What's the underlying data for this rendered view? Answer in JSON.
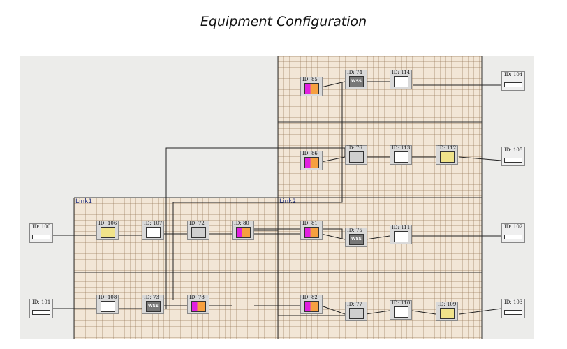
{
  "title": "Equipment Configuration",
  "groups": [
    {
      "key": "link1",
      "label": "Link1"
    },
    {
      "key": "link2",
      "label": "Link2"
    }
  ],
  "nodes": [
    {
      "key": "n100",
      "id": "ID: 100",
      "kind": "port"
    },
    {
      "key": "n101",
      "id": "ID: 101",
      "kind": "port"
    },
    {
      "key": "n106",
      "id": "ID: 106",
      "kind": "phase"
    },
    {
      "key": "n107",
      "id": "ID: 107",
      "kind": "amp"
    },
    {
      "key": "n72",
      "id": "ID: 72",
      "kind": "mux"
    },
    {
      "key": "n80",
      "id": "ID: 80",
      "kind": "filter"
    },
    {
      "key": "n108",
      "id": "ID: 108",
      "kind": "amp"
    },
    {
      "key": "n73",
      "id": "ID: 73",
      "kind": "wss"
    },
    {
      "key": "n78",
      "id": "ID: 78",
      "kind": "filter"
    },
    {
      "key": "n85",
      "id": "ID: 85",
      "kind": "filter"
    },
    {
      "key": "n74",
      "id": "ID: 74",
      "kind": "wss"
    },
    {
      "key": "n114",
      "id": "ID: 114",
      "kind": "amp"
    },
    {
      "key": "n104",
      "id": "ID: 104",
      "kind": "port"
    },
    {
      "key": "n86",
      "id": "ID: 86",
      "kind": "filter"
    },
    {
      "key": "n76",
      "id": "ID: 76",
      "kind": "mux"
    },
    {
      "key": "n113",
      "id": "ID: 113",
      "kind": "amp"
    },
    {
      "key": "n112",
      "id": "ID: 112",
      "kind": "phase"
    },
    {
      "key": "n105",
      "id": "ID: 105",
      "kind": "port"
    },
    {
      "key": "n81",
      "id": "ID: 81",
      "kind": "filter"
    },
    {
      "key": "n75",
      "id": "ID: 75",
      "kind": "wss"
    },
    {
      "key": "n111",
      "id": "ID: 111",
      "kind": "amp"
    },
    {
      "key": "n102",
      "id": "ID: 102",
      "kind": "port"
    },
    {
      "key": "n82",
      "id": "ID: 82",
      "kind": "filter"
    },
    {
      "key": "n77",
      "id": "ID: 77",
      "kind": "mux"
    },
    {
      "key": "n110",
      "id": "ID: 110",
      "kind": "amp"
    },
    {
      "key": "n109",
      "id": "ID: 109",
      "kind": "phase"
    },
    {
      "key": "n103",
      "id": "ID: 103",
      "kind": "port"
    }
  ],
  "colors": {
    "grid_bg": "#f2e6d6",
    "canvas_bg": "#ececea",
    "label": "#203080",
    "wss": "#777777",
    "filter_magenta": "#e020e0",
    "filter_orange": "#f6a040",
    "phase": "#f0e38a"
  }
}
